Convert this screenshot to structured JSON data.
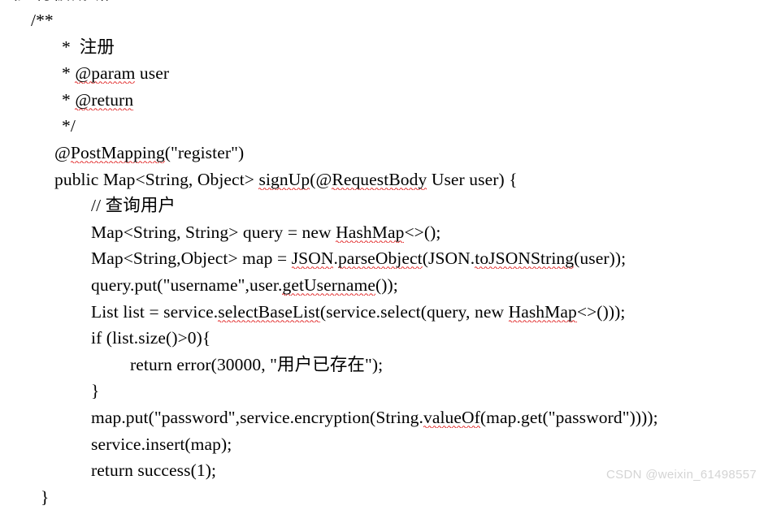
{
  "document": {
    "type": "code-screenshot",
    "language": "Java",
    "background_color": "#ffffff",
    "text_color": "#000000",
    "spellcheck_underline_color": "#e01b1b"
  },
  "code": {
    "clipped_first_line": "（此行被截断）",
    "lines": [
      {
        "id": "l01",
        "indent": 4,
        "text": "/**"
      },
      {
        "id": "l02",
        "indent": 9,
        "text": "*  注册"
      },
      {
        "id": "l03",
        "indent": 9,
        "pre": "* ",
        "sq1": "@param",
        "post": " user"
      },
      {
        "id": "l04",
        "indent": 9,
        "pre": "* ",
        "sq1": "@return",
        "post": ""
      },
      {
        "id": "l05",
        "indent": 9,
        "text": "*/"
      },
      {
        "id": "l06",
        "indent": 7,
        "pre": "@",
        "sq1": "PostMapping",
        "post": "(\"register\")"
      },
      {
        "id": "l07",
        "indent": 6,
        "text": "public Map<String, Object> signUp(@RequestBody User user) {"
      },
      {
        "id": "l08",
        "indent": 11,
        "text": "// 查询用户"
      },
      {
        "id": "l09",
        "indent": 11,
        "text": "Map<String, String> query = new HashMap<>();"
      },
      {
        "id": "l10",
        "indent": 11,
        "text": "Map<String,Object> map = JSON.parseObject(JSON.toJSONString(user));"
      },
      {
        "id": "l11",
        "indent": 11,
        "text": "query.put(\"username\",user.getUsername());"
      },
      {
        "id": "l12",
        "indent": 11,
        "text": "List list = service.selectBaseList(service.select(query, new HashMap<>()));"
      },
      {
        "id": "l13",
        "indent": 11,
        "text": "if (list.size()>0){"
      },
      {
        "id": "l14",
        "indent": 16,
        "text": "return error(30000, \"用户已存在\");"
      },
      {
        "id": "l15",
        "indent": 11,
        "text": "}"
      },
      {
        "id": "l16",
        "indent": 11,
        "text": "map.put(\"password\",service.encryption(String.valueOf(map.get(\"password\"))));"
      },
      {
        "id": "l17",
        "indent": 11,
        "text": "service.insert(map);"
      },
      {
        "id": "l18",
        "indent": 11,
        "text": "return success(1);"
      },
      {
        "id": "l19",
        "indent": 5,
        "text": "}"
      }
    ],
    "line_07_parts": {
      "a": "public Map<String, Object> ",
      "sq1": "signUp",
      "b": "(@",
      "sq2": "RequestBody",
      "c": " User user) {"
    },
    "line_09_parts": {
      "a": "Map<String, String> query = new ",
      "sq1": "HashMap",
      "b": "<>();"
    },
    "line_10_parts": {
      "a": "Map<String,Object> map = ",
      "sq1": "JSON",
      "b": ".",
      "sq2": "parseObject",
      "c": "(JSON.",
      "sq3": "toJSONString",
      "d": "(user));"
    },
    "line_11_parts": {
      "a": "query.put(\"username\",user.",
      "sq1": "getUsername",
      "b": "());"
    },
    "line_12_parts": {
      "a": "List list = service.",
      "sq1": "selectBaseList",
      "b": "(service.select(query, new ",
      "sq2": "HashMap",
      "c": "<>()));"
    },
    "line_16_parts": {
      "a": "map.put(\"password\",service.encryption(String.",
      "sq1": "valueOf",
      "b": "(map.get(\"password\"))));"
    }
  },
  "watermark": {
    "text": "CSDN @weixin_61498557",
    "color": "#d4d4d4"
  }
}
